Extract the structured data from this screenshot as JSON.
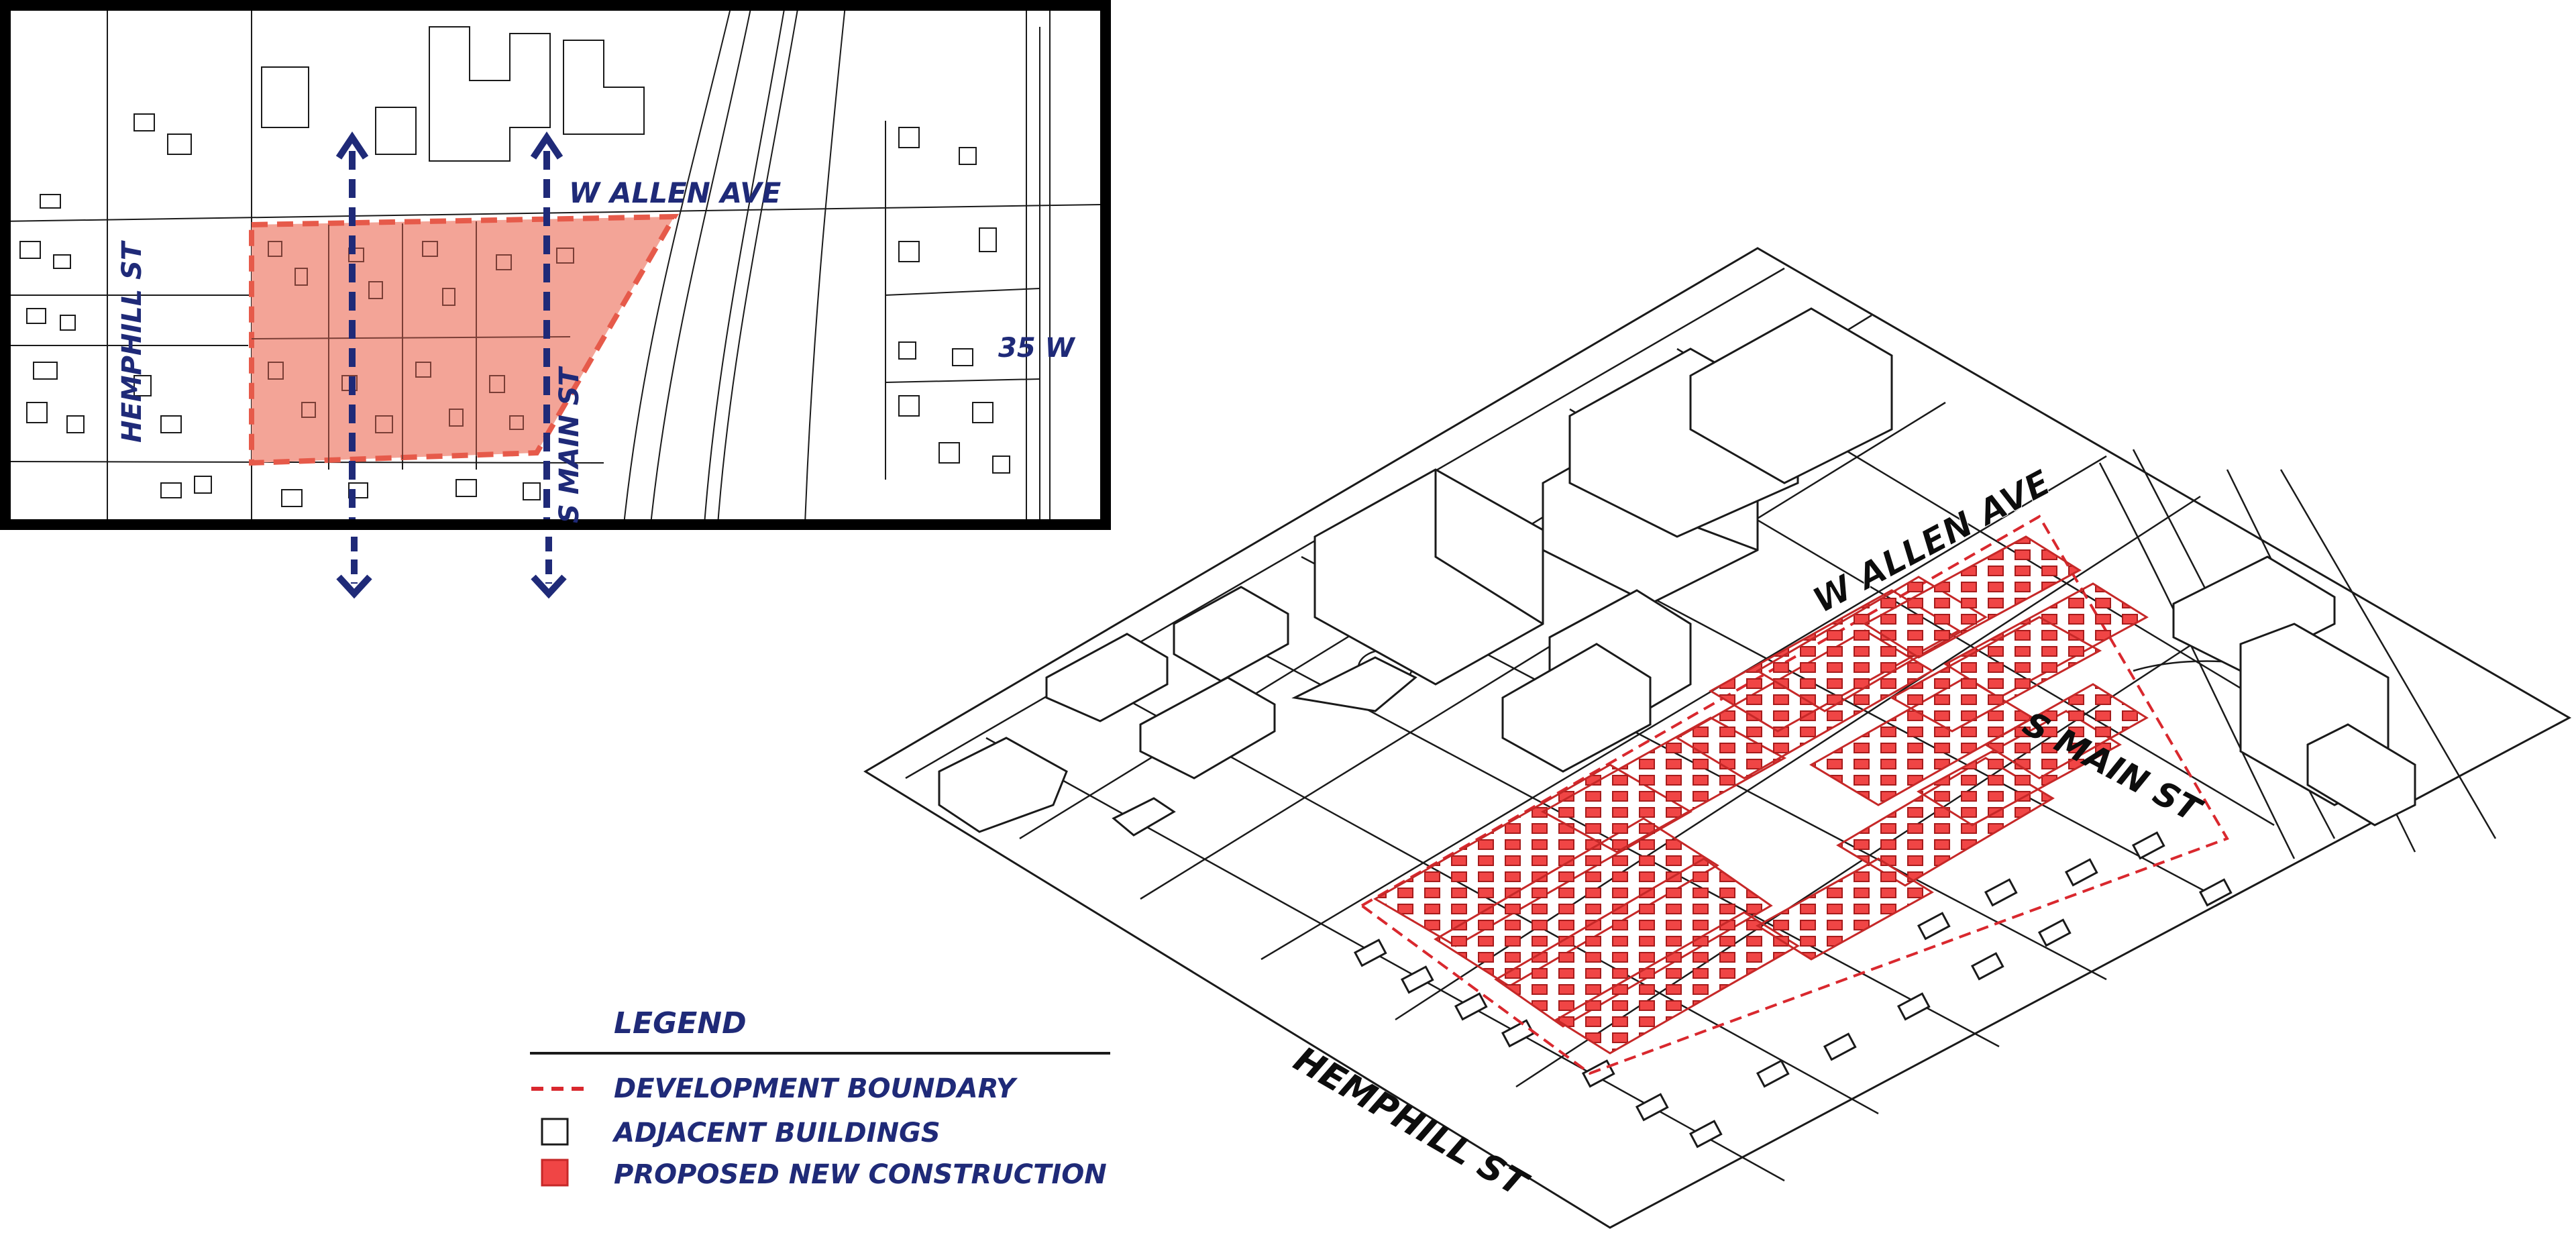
{
  "colors": {
    "navy": "#1f2a78",
    "boundary": "#d9282e",
    "proposed": "#f04545",
    "proposed_dark": "#c62828",
    "inset_fill": "#f3a497",
    "line": "#1a1a1a",
    "background": "#ffffff"
  },
  "inset": {
    "labels": {
      "allen": "W ALLEN AVE",
      "hemphill": "HEMPHILL ST",
      "main": "S MAIN ST",
      "i35": "35 W"
    },
    "arrows": [
      "north-south-arrow",
      "north-south-arrow"
    ]
  },
  "isometric": {
    "labels": {
      "allen": "W ALLEN AVE",
      "main": "S MAIN ST",
      "hemphill": "HEMPHILL ST"
    }
  },
  "legend": {
    "title": "LEGEND",
    "items": [
      {
        "symbol": "dashed-red-line",
        "label": "DEVELOPMENT BOUNDARY"
      },
      {
        "symbol": "white-square",
        "label": "ADJACENT BUILDINGS"
      },
      {
        "symbol": "red-square",
        "label": "PROPOSED NEW CONSTRUCTION"
      }
    ]
  }
}
